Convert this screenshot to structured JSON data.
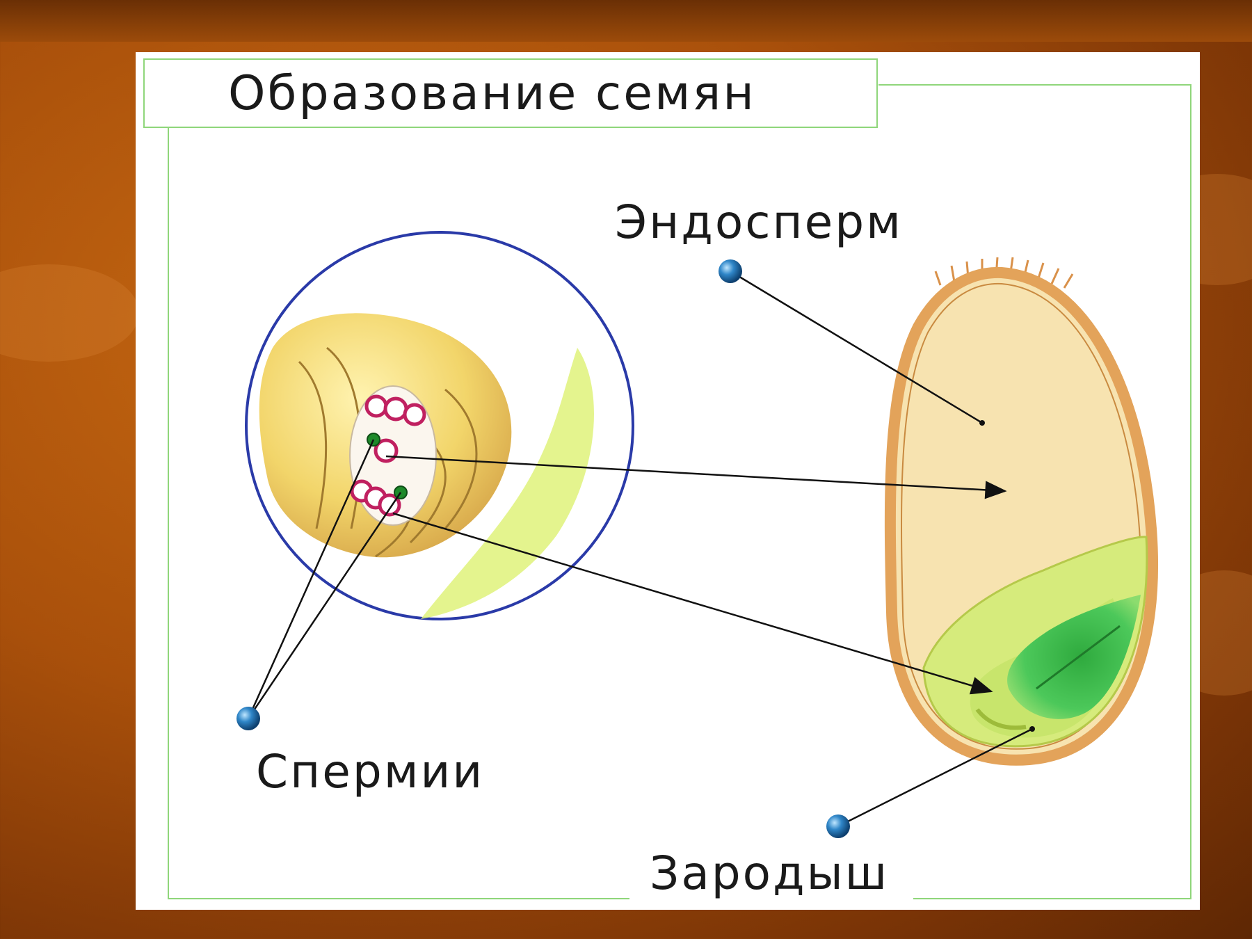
{
  "title": "Образование семян",
  "labels": {
    "endosperm": "Эндосперм",
    "sperm": "Спермии",
    "embryo": "Зародыш"
  },
  "colors": {
    "frame_border": "#8fd67a",
    "circle_border": "#2a3aa8",
    "seed_coat": "#e3a35a",
    "endosperm_fill": "#f7e3b0",
    "embryo_green": "#35b846",
    "pointer_dot": "#2f7fc0"
  }
}
